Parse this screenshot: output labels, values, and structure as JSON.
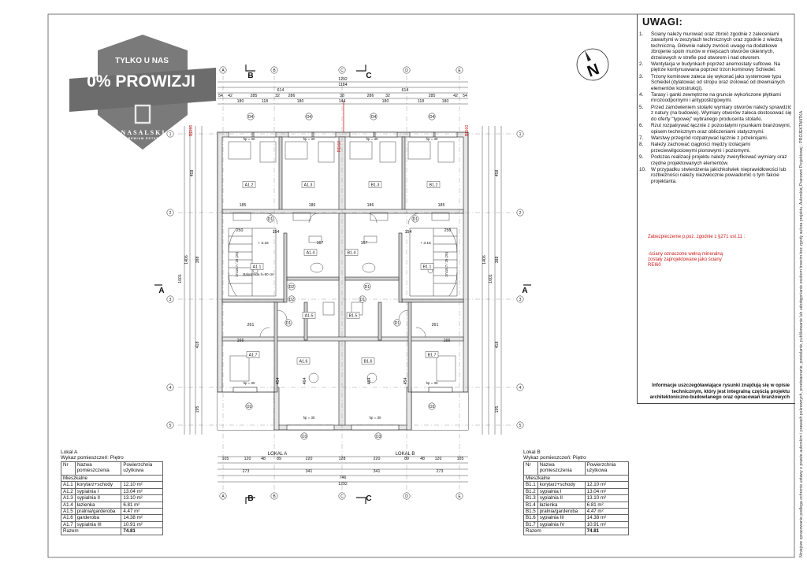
{
  "watermark": {
    "top_text": "TYLKO U NAS",
    "main_text": "0% PROWIZJI",
    "brand": "NASALSKI",
    "brand_sub": "PREMIUM ESTATE"
  },
  "notes": {
    "title": "UWAGI:",
    "items": [
      "Ściany należy murować oraz zbroić zgodnie z zaleceniami zawartymi w zeszytach technicznych oraz zgodnie z wiedzą techniczną. Głównie należy zwrócić uwagę na dodatkowe zbrojenie spoin murów w miejscach otworów okiennych, drzwiowych w strefie pod otworem i nad otworem.",
      "Wentylacja w budynkach poprzez anemostaty sufitowe. Na piętrze kontynuowana poprzez trzon kominowy Schiedel.",
      "Trzony kominowe zaleca się wykonać jako systemowe typu Schiedel (dylatowac od stropu oraz izolować od drewnianych elementów konstrukcji).",
      "Tarasy i ganki zewnętrzne na gruncie wykończone płytkami mrozoodpornymi i antypoślizgowymi.",
      "Przed zamówieniem stolarki wymiary otworów należy sprawdzić z natury (na budowie). Wymiary otworów zaleca dostosować się do oferty \"typowej\" wybranego producenta stolarki.",
      "Rzut rozpatrywać łącznie z pozostałymi rysunkami branżowymi, opisem technicznym oraz obliczeniami statycznymi.",
      "Warstwy przegród rozpatrywać łącznie z przekrojami.",
      "Należy zachować ciągłości między izolacjami przeciwwilgociowymi pionowymi i poziomymi.",
      "Podczas realizacji projektu należy zweryfikować wymiary oraz rzędne projektowanych elementów.",
      "W przypadku stwierdzenia jakichkolwiek nieprawidłowości lub rozbieżności należy niezwłocznie powiadomić o tym fakcie projektanta."
    ],
    "fire_note": "Zabezpieczenie p.poż. zgodnie z §271 ust.11 :",
    "wool_note": "-ściany oznaczone wełną mineralną zostały zaprojektowane jako ściany REI60",
    "info_note": "Informacje uszczegóławiające rysunki znajdują się w opisie technicznym, który jest integralną częścią projektu architektoniczno-budowlanego oraz opracowań branżowych"
  },
  "vertical_note": "Niniejsze opracowanie podlega ochronie ustawy o prawie autorskim i prawach pokrewnych, przetwarzanie, powielanie, publikowanie lub udostępnianie osobom trzecim bez zgody autora projektu, Autorskiej Pracowni Projektowej - PROJEKTANTKA",
  "plan": {
    "axis_letters": [
      "A",
      "B",
      "C",
      "D",
      "E"
    ],
    "axis_numbers": [
      "1",
      "2",
      "3",
      "4",
      "5"
    ],
    "section_labels": [
      "B",
      "C"
    ],
    "section_side": "A",
    "lokal_a": "LOKAL A",
    "lokal_b": "LOKAL B",
    "rei": "REI60",
    "dims_top_total": "1292",
    "dims_top_inner": "1184",
    "dims_top_half": [
      "614",
      "614"
    ],
    "dims_top_row": [
      "54",
      "42",
      "285",
      "32",
      "286",
      "38",
      "286",
      "32",
      "285",
      "42",
      "54"
    ],
    "dims_top_windows": [
      "180",
      "118",
      "180",
      "144",
      "180",
      "118",
      "180"
    ],
    "dims_bottom_total": "1292",
    "dims_bottom_mid": "746",
    "dims_bottom_row": [
      "273",
      "341",
      "341",
      "273"
    ],
    "dims_bottom_small": [
      "105",
      "120",
      "48",
      "89",
      "220",
      "128",
      "220",
      "89",
      "48",
      "120",
      "105"
    ],
    "dims_left": [
      "1601",
      "1406",
      "458",
      "388",
      "418",
      "195"
    ],
    "rooms": [
      "A1.2",
      "A1.3",
      "B1.3",
      "B1.2",
      "A1.1",
      "A1.4",
      "B1.4",
      "B1.1",
      "A1.5",
      "B1.5",
      "A1.7",
      "A1.6",
      "B1.6",
      "B1.7"
    ],
    "room_dims": [
      "185",
      "186",
      "186",
      "185",
      "250",
      "154",
      "167",
      "167",
      "154",
      "250",
      "261",
      "261",
      "166",
      "166"
    ],
    "door_labels": [
      "D1",
      "D1",
      "D1",
      "D1",
      "D2",
      "D2",
      "D1",
      "D1"
    ],
    "window_labels": [
      "O4",
      "O4",
      "O4",
      "O4",
      "O3",
      "O3",
      "O3",
      "O3"
    ],
    "sill_label": "hp = 30",
    "balustrade": "Balustrada h=90 cm",
    "stair_up": "+ 3.18",
    "stair_note": "17x18,7 / 25 (26)",
    "core_dims": [
      "454",
      "464",
      "464",
      "454"
    ]
  },
  "table_a": {
    "lokal": "Lokal A",
    "subtitle": "Wykaz pomieszczeń: Piętro",
    "headers": [
      "Nr",
      "Nazwa pomieszczenia",
      "Powierzchnia użytkowa"
    ],
    "category": "Mieszkalne",
    "rows": [
      [
        "A1.1",
        "korytarz+schody",
        "12.10 m²"
      ],
      [
        "A1.2",
        "sypialnia I",
        "13.04 m²"
      ],
      [
        "A1.3",
        "sypialnia II",
        "13.10 m²"
      ],
      [
        "A1.4",
        "łazienka",
        "6.81 m²"
      ],
      [
        "A1.5",
        "pralnia/garderoba",
        "4.47 m²"
      ],
      [
        "A1.6",
        "garderoba",
        "14.38 m²"
      ],
      [
        "A1.7",
        "sypialnia III",
        "10.91 m²"
      ]
    ],
    "total_label": "Razem",
    "total_value": "74.81"
  },
  "table_b": {
    "lokal": "Lokal B",
    "subtitle": "Wykaz pomieszczeń: Piętro",
    "headers": [
      "Nr",
      "Nazwa pomieszczenia",
      "Powierzchnia użytkowa"
    ],
    "category": "Mieszkalne",
    "rows": [
      [
        "B1.1",
        "korytarz+schody",
        "12.10 m²"
      ],
      [
        "B1.2",
        "sypialnia I",
        "13.04 m²"
      ],
      [
        "B1.3",
        "sypialnia II",
        "13.10 m²"
      ],
      [
        "B1.4",
        "łazienka",
        "6.81 m²"
      ],
      [
        "B1.5",
        "pralnia/garderoba",
        "4.47 m²"
      ],
      [
        "B1.6",
        "sypialnia III",
        "14.38 m²"
      ],
      [
        "B1.7",
        "sypialnia IV",
        "10.91 m²"
      ]
    ],
    "total_label": "Razem",
    "total_value": "74.81"
  },
  "north": "N",
  "colors": {
    "line": "#222222",
    "red": "#d01818",
    "watermark": "#7a7a7a",
    "watermark_light": "#9a9a9a"
  }
}
